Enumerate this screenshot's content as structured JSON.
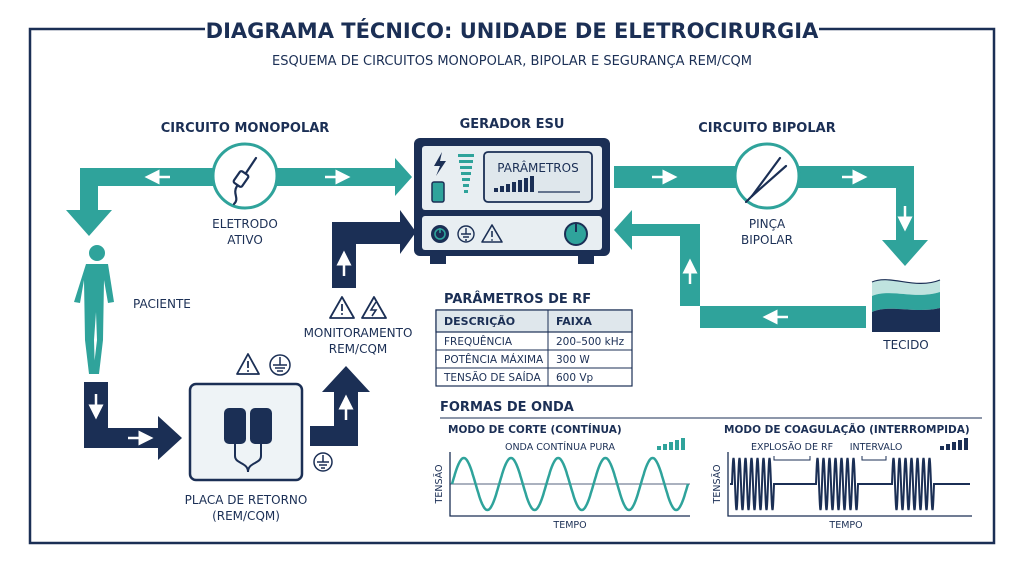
{
  "header": {
    "title": "DIAGRAMA TÉCNICO: UNIDADE DE ELETROCIRURGIA",
    "subtitle": "ESQUEMA DE CIRCUITOS MONOPOLAR, BIPOLAR E SEGURANÇA REM/CQM"
  },
  "monopolar": {
    "heading": "CIRCUITO MONOPOLAR",
    "electrode_line1": "ELETRODO",
    "electrode_line2": "ATIVO",
    "patient": "PACIENTE",
    "plate_line1": "PLACA DE RETORNO",
    "plate_line2": "(REM/CQM)",
    "monitor_line1": "MONITORAMENTO",
    "monitor_line2": "REM/CQM"
  },
  "generator": {
    "heading": "GERADOR ESU",
    "screen_label": "PARÂMETROS"
  },
  "bipolar": {
    "heading": "CIRCUITO BIPOLAR",
    "forceps_line1": "PINÇA",
    "forceps_line2": "BIPOLAR",
    "tissue": "TECIDO"
  },
  "rf_table": {
    "title": "PARÂMETROS DE RF",
    "headers": [
      "DESCRIÇÃO",
      "FAIXA"
    ],
    "rows": [
      [
        "FREQUÊNCIA",
        "200–500 kHz"
      ],
      [
        "POTÊNCIA MÁXIMA",
        "300 W"
      ],
      [
        "TENSÃO DE SAÍDA",
        "600 Vp"
      ]
    ]
  },
  "waveforms": {
    "title": "FORMAS DE ONDA",
    "cut": {
      "heading": "MODO DE CORTE (CONTÍNUA)",
      "annotation": "ONDA CONTÍNUA PURA",
      "ylabel": "TENSÃO",
      "xlabel": "TEMPO"
    },
    "coag": {
      "heading": "MODO DE COAGULAÇÃO (INTERROMPIDA)",
      "annotation_burst": "EXPLOSÃO DE RF",
      "annotation_gap": "INTERVALO",
      "ylabel": "TENSÃO",
      "xlabel": "TEMPO"
    }
  },
  "colors": {
    "navy": "#1b2f55",
    "teal": "#2fa39b",
    "light_teal": "#bfe3df",
    "pale": "#eef3f6"
  },
  "icons": [
    "electrode-icon",
    "forceps-icon",
    "patient-figure-icon",
    "lightning-icon",
    "battery-icon",
    "warning-icon",
    "ground-icon",
    "power-icon"
  ]
}
